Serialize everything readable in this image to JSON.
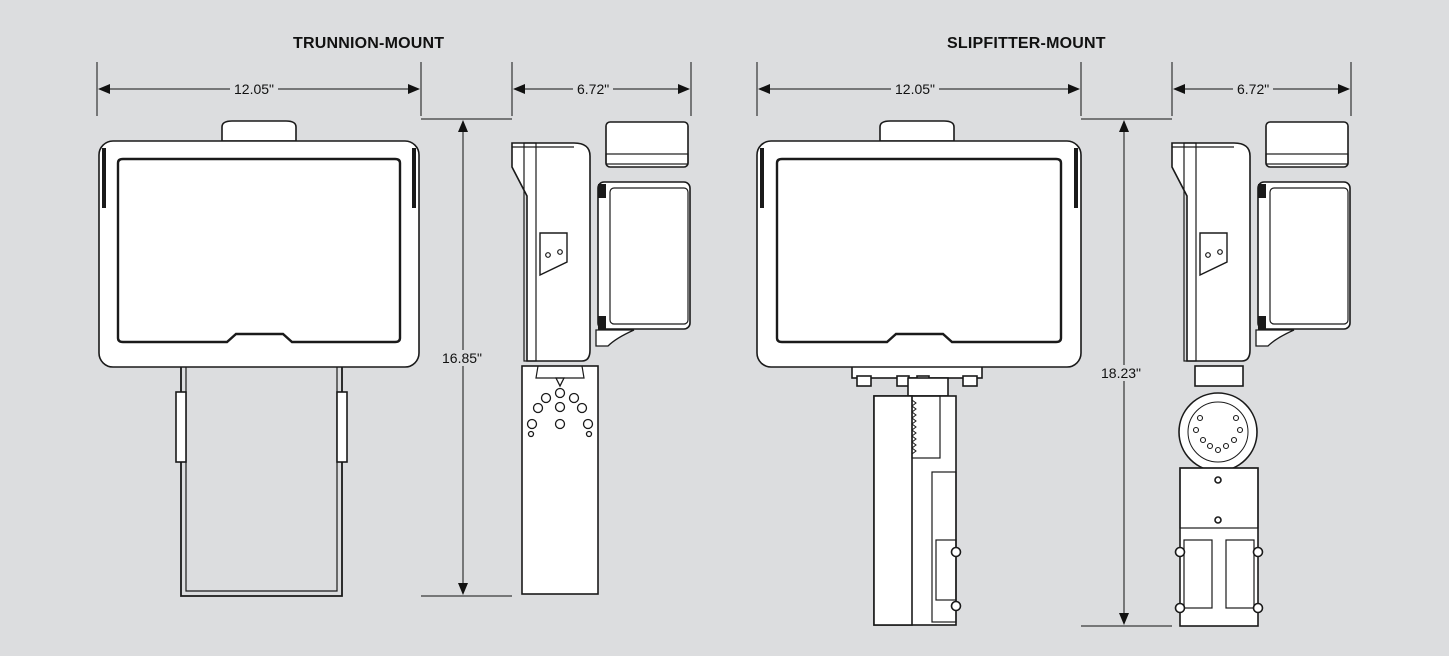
{
  "colors": {
    "background": "#dcdddf",
    "fixture_fill": "#ffffff",
    "outline": "#1a1a1a",
    "dimension_line": "#111111"
  },
  "views": [
    {
      "title": "TRUNNION-MOUNT",
      "front_width": "12.05\"",
      "side_depth": "6.72\"",
      "height": "16.85\""
    },
    {
      "title": "SLIPFITTER-MOUNT",
      "front_width": "12.05\"",
      "side_depth": "6.72\"",
      "height": "18.23\""
    }
  ]
}
